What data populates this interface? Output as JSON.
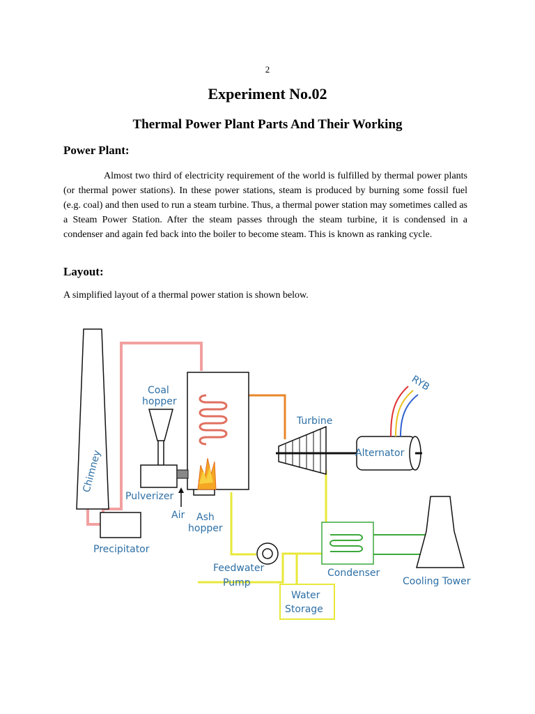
{
  "page_number": "2",
  "title": "Experiment No.02",
  "subtitle": "Thermal Power Plant Parts And Their Working",
  "section_power_plant": {
    "heading": "Power Plant:",
    "paragraph": "Almost two third of electricity requirement of the world is fulfilled by thermal power plants (or thermal power stations). In these power stations, steam is produced by burning some fossil fuel (e.g. coal) and then used to run a steam turbine. Thus, a thermal power station may sometimes called as a Steam Power Station. After the steam passes through the steam turbine, it is condensed in a condenser and again fed back into the boiler to become steam. This is known as ranking cycle."
  },
  "section_layout": {
    "heading": "Layout:",
    "intro": "A simplified layout of a thermal power station is shown below."
  },
  "diagram": {
    "labels": {
      "chimney": "Chimney",
      "coal_hopper_1": "Coal",
      "coal_hopper_2": "hopper",
      "pulverizer": "Pulverizer",
      "air": "Air",
      "ash_hopper_1": "Ash",
      "ash_hopper_2": "hopper",
      "precipitator": "Precipitator",
      "turbine": "Turbine",
      "alternator": "Alternator",
      "ryb": "RYB",
      "feedwater_1": "Feedwater",
      "feedwater_2": "Pump",
      "condenser": "Condenser",
      "water_storage_1": "Water",
      "water_storage_2": "Storage",
      "cooling_tower": "Cooling Tower"
    },
    "colors": {
      "label": "#2d6fa5",
      "flue_gas": "#f2a0a0",
      "steam": "#e8862a",
      "water": "#e8e83a",
      "cooling": "#3aa83a",
      "outline": "#111111",
      "fire": "#f5a623",
      "phase_r": "#e03030",
      "phase_y": "#e8c020",
      "phase_b": "#3060d0"
    }
  }
}
